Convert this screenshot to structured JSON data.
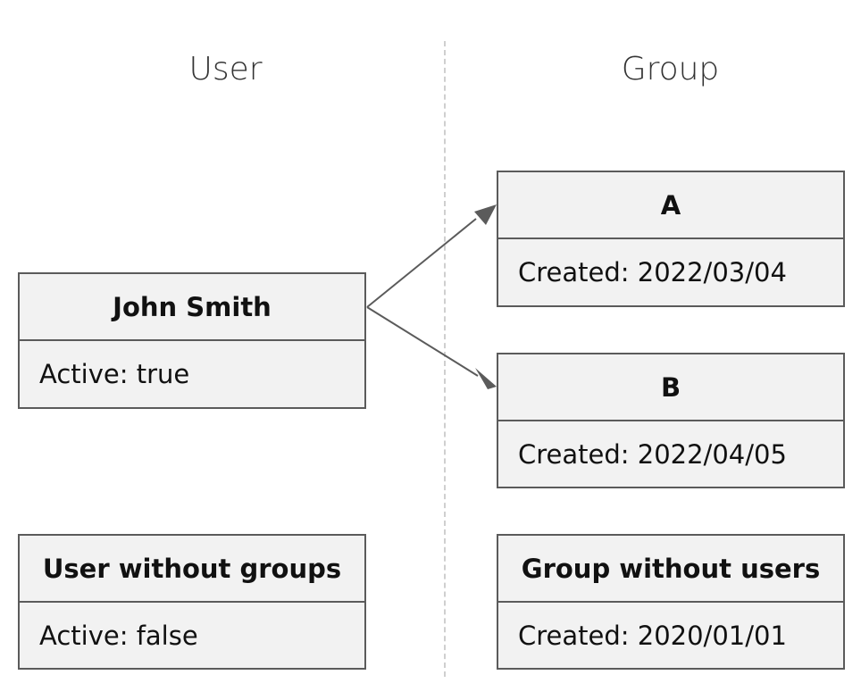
{
  "columns": {
    "user": "User",
    "group": "Group"
  },
  "users": [
    {
      "name": "John Smith",
      "attribute": "Active: true"
    },
    {
      "name": "User without groups",
      "attribute": "Active: false"
    }
  ],
  "groups": [
    {
      "name": "A",
      "attribute": "Created: 2022/03/04"
    },
    {
      "name": "B",
      "attribute": "Created: 2022/04/05"
    },
    {
      "name": "Group without users",
      "attribute": "Created: 2020/01/01"
    }
  ],
  "relations": [
    {
      "from": "John Smith",
      "to": "A"
    },
    {
      "from": "John Smith",
      "to": "B"
    }
  ],
  "colors": {
    "box_fill": "#f2f2f2",
    "box_border": "#5b5b5b",
    "divider": "#cfcfcf",
    "arrow": "#5b5b5b"
  }
}
